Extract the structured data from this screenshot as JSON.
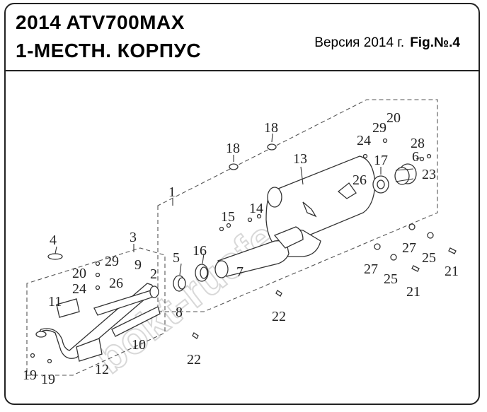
{
  "header": {
    "title_line1": "2014 ATV700MAX",
    "title_line2": "1-МЕСТН. КОРПУС",
    "version": "Версия 2014 г.",
    "figure": "Fig.№.4"
  },
  "watermark": "bokt-rusfer.ru",
  "callouts": {
    "n1": "1",
    "n2": "2",
    "n3": "3",
    "n4": "4",
    "n5": "5",
    "n6": "6",
    "n7": "7",
    "n8": "8",
    "n9": "9",
    "n10": "10",
    "n11": "11",
    "n12": "12",
    "n13": "13",
    "n14": "14",
    "n15": "15",
    "n16": "16",
    "n17": "17",
    "n18a": "18",
    "n18b": "18",
    "n19a": "19",
    "n19b": "19",
    "n20a": "20",
    "n20b": "20",
    "n21a": "21",
    "n21b": "21",
    "n22a": "22",
    "n22b": "22",
    "n23": "23",
    "n24a": "24",
    "n24b": "24",
    "n25a": "25",
    "n25b": "25",
    "n26a": "26",
    "n26b": "26",
    "n27a": "27",
    "n27b": "27",
    "n28": "28",
    "n29a": "29",
    "n29b": "29"
  }
}
